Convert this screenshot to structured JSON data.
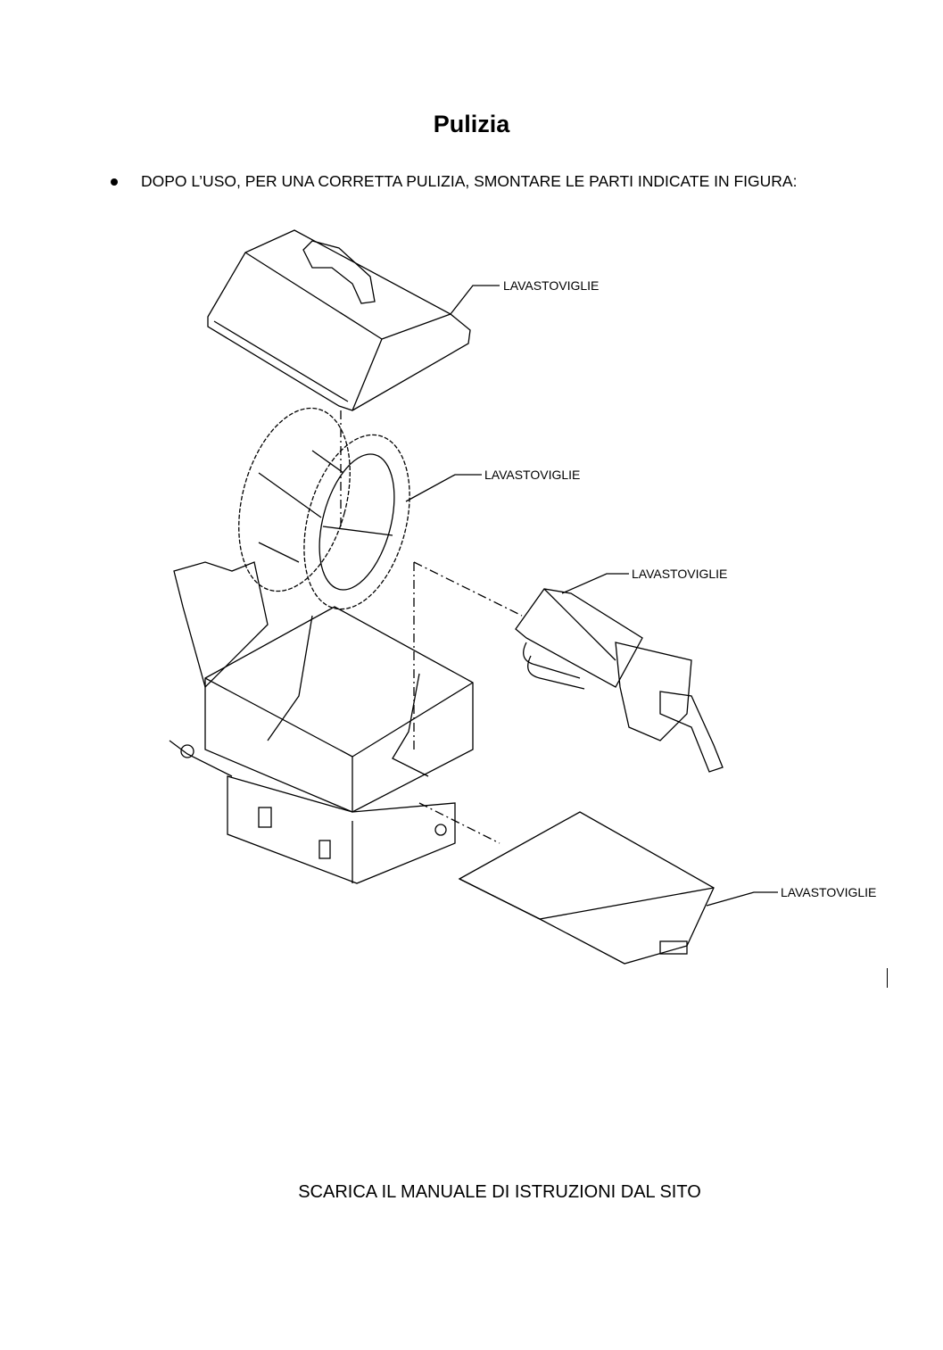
{
  "page": {
    "title": "Pulizia",
    "instruction": "DOPO L’USO, PER UNA CORRETTA PULIZIA, SMONTARE LE PARTI INDICATE IN FIGURA:",
    "footer": "SCARICA IL MANUALE DI ISTRUZIONI DAL SITO"
  },
  "figure": {
    "labels": [
      "LAVASTOVIGLIE",
      "LAVASTOVIGLIE",
      "LAVASTOVIGLIE",
      "LAVASTOVIGLIE"
    ]
  }
}
